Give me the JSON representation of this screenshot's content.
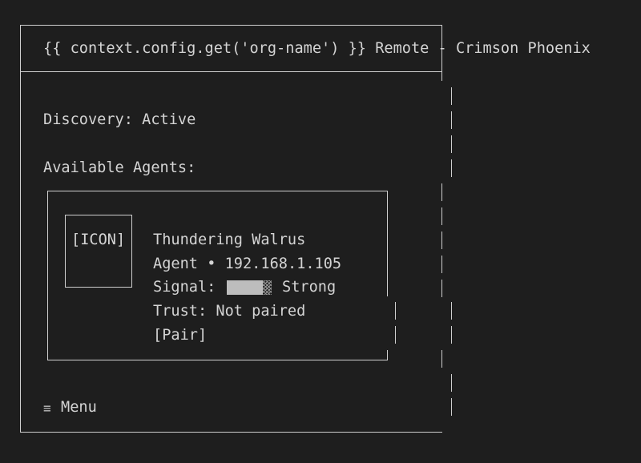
{
  "window": {
    "title": "{{ context.config.get('org-name') }} Remote - Crimson Phoenix"
  },
  "discovery": {
    "label": "Discovery:",
    "status": "Active"
  },
  "agents": {
    "heading": "Available Agents:",
    "items": [
      {
        "icon_text": "[ICON]",
        "name": "Thundering Walrus",
        "type": "Agent",
        "separator": "•",
        "ip": "192.168.1.105",
        "signal_label": "Signal:",
        "signal_level": 0.8,
        "signal_text": "Strong",
        "trust_label": "Trust:",
        "trust_value": "Not paired",
        "pair_label": "[Pair]"
      }
    ]
  },
  "footer": {
    "menu_icon": "hamburger-menu-icon",
    "menu_glyph": "≡",
    "menu_label": "Menu"
  }
}
